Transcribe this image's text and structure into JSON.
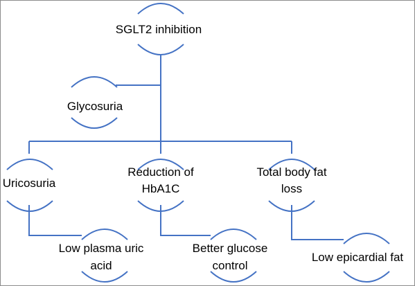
{
  "diagram": {
    "nodes": {
      "sglt2": {
        "lines": [
          "SGLT2 inhibition"
        ]
      },
      "glycosuria": {
        "lines": [
          "Glycosuria"
        ]
      },
      "uricosuria": {
        "lines": [
          "Uricosuria"
        ]
      },
      "hba1c": {
        "lines": [
          "Reduction of",
          "HbA1C"
        ]
      },
      "fat_loss": {
        "lines": [
          "Total body fat",
          "loss"
        ]
      },
      "uric_acid": {
        "lines": [
          "Low plasma uric",
          "acid"
        ]
      },
      "glucose": {
        "lines": [
          "Better glucose",
          "control"
        ]
      },
      "epicardial": {
        "lines": [
          "Low epicardial fat"
        ]
      }
    },
    "colors": {
      "connector": "#4472c4",
      "text": "#000000",
      "frame": "#8c8c8c"
    }
  }
}
